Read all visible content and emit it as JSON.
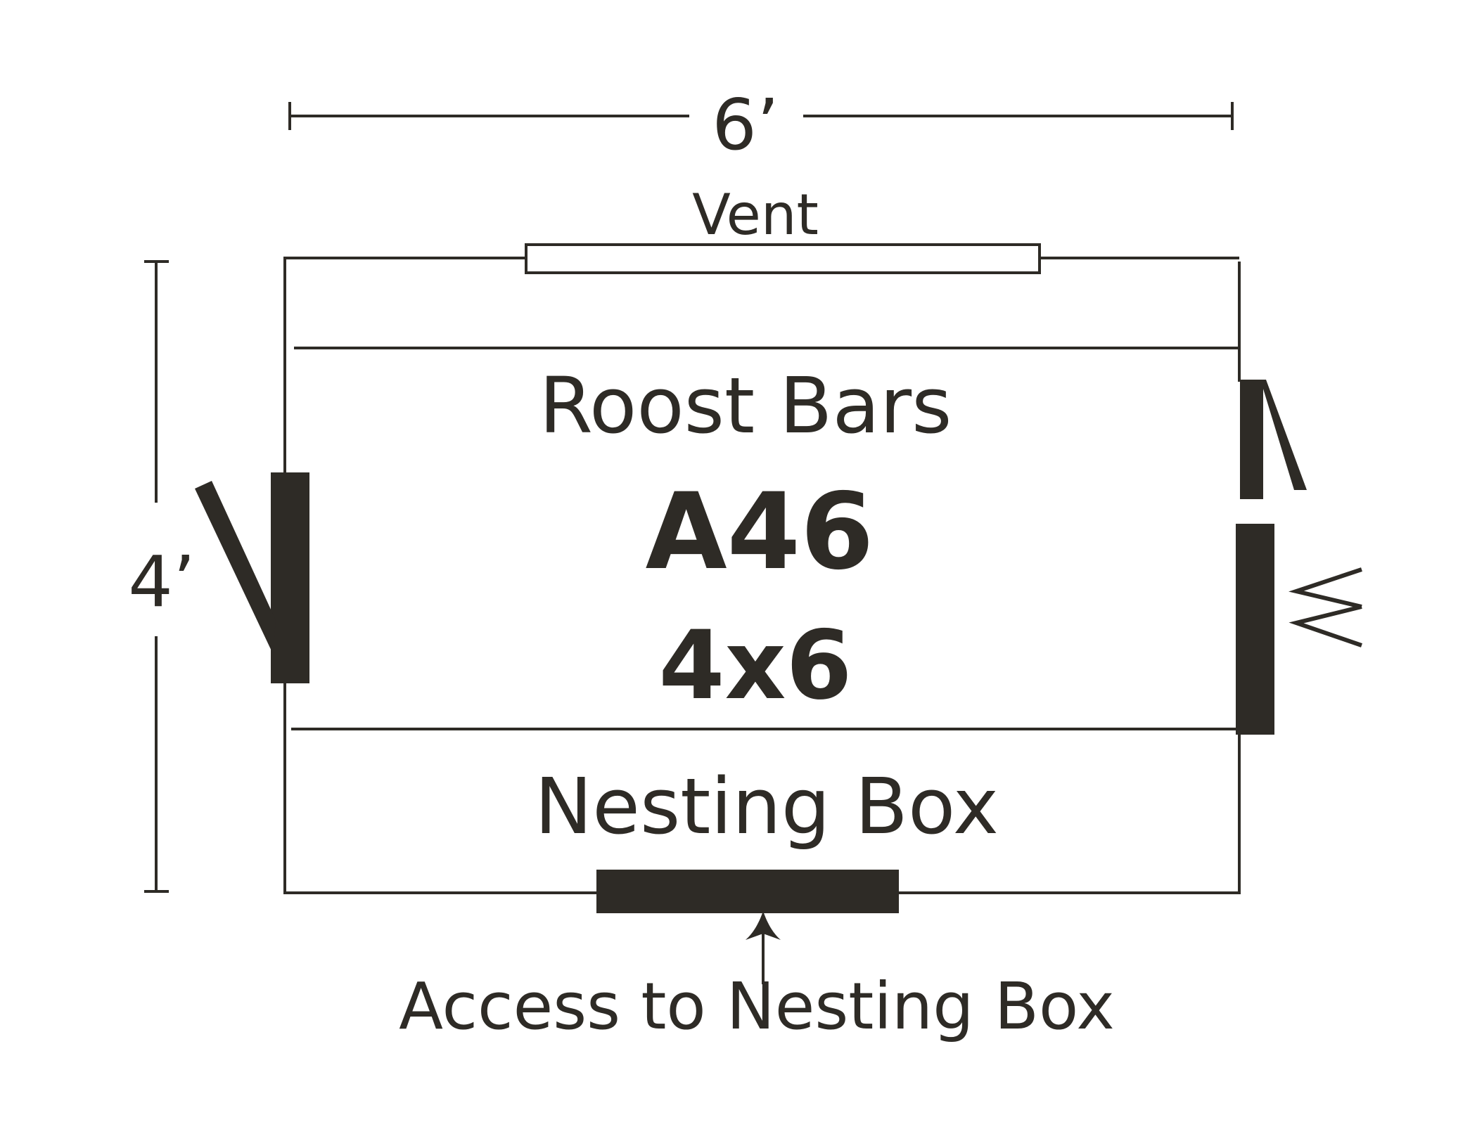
{
  "colors": {
    "ink": "#2e2b26",
    "background": "#ffffff"
  },
  "dimensions": {
    "width_label": "6’",
    "height_label": "4’"
  },
  "labels": {
    "vent": "Vent",
    "roost_bars": "Roost Bars",
    "model": "A46",
    "size": "4x6",
    "nesting_box": "Nesting Box",
    "access": "Access to Nesting Box"
  },
  "features": {
    "left_door": "door",
    "right_door": "door",
    "right_window": "window",
    "access_door": "door",
    "vent": "vent"
  }
}
